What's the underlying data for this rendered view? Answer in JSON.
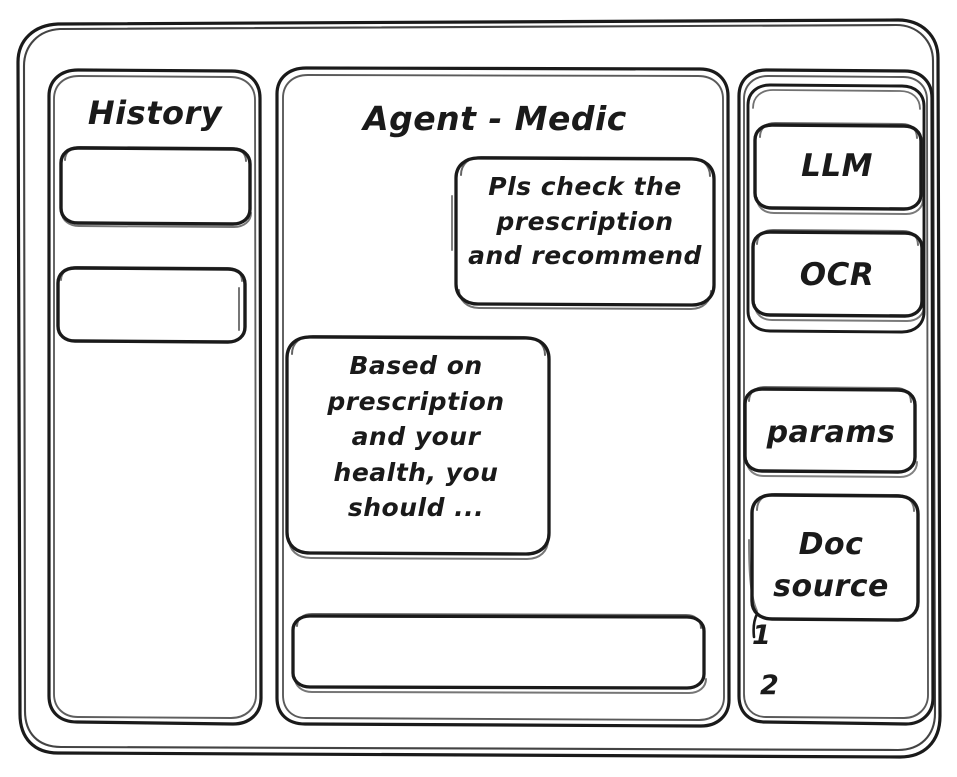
{
  "window": {
    "frame_name": "app-window"
  },
  "sidebar_left": {
    "title": "History",
    "items": [
      {
        "label": "",
        "name": "history-item-1"
      },
      {
        "label": "",
        "name": "history-item-2"
      }
    ]
  },
  "main": {
    "title": "Agent - Medic",
    "messages": [
      {
        "role": "user",
        "text": "Pls check the\nprescription\nand recommend"
      },
      {
        "role": "assistant",
        "text": "Based on\nprescription\nand your\nhealth, you\nshould ..."
      }
    ],
    "composer": {
      "value": "",
      "placeholder": ""
    }
  },
  "sidebar_right": {
    "tools": [
      {
        "label": "LLM",
        "name": "tool-llm"
      },
      {
        "label": "OCR",
        "name": "tool-ocr"
      }
    ],
    "params": {
      "label": "params"
    },
    "doc_source": {
      "label": "Doc\nsource",
      "items": [
        {
          "label": "1"
        },
        {
          "label": "2"
        }
      ]
    }
  },
  "style": {
    "stroke": "#1a1a1a",
    "background": "#ffffff"
  }
}
